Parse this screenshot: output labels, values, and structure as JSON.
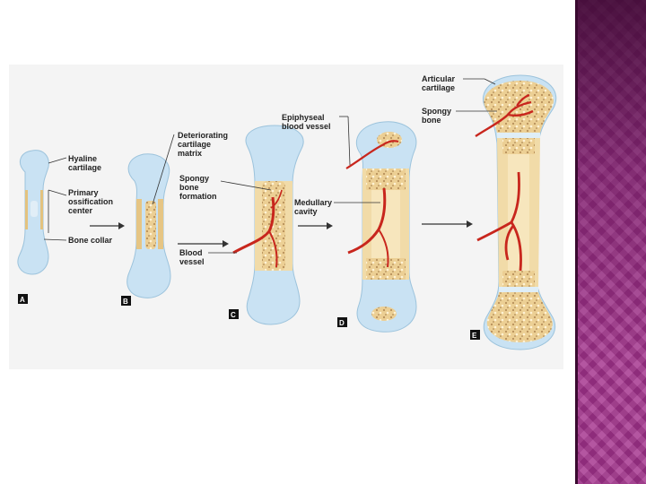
{
  "labels": {
    "hyaline_cartilage": [
      "Hyaline",
      "cartilage"
    ],
    "primary_ossification_center": [
      "Primary",
      "ossification",
      "center"
    ],
    "bone_collar": [
      "Bone collar"
    ],
    "deteriorating_cartilage_matrix": [
      "Deteriorating",
      "cartilage",
      "matrix"
    ],
    "spongy_bone_formation": [
      "Spongy",
      "bone",
      "formation"
    ],
    "blood_vessel": [
      "Blood",
      "vessel"
    ],
    "epiphyseal_blood_vessel": [
      "Epiphyseal",
      "blood vessel"
    ],
    "medullary_cavity": [
      "Medullary",
      "cavity"
    ],
    "articular_cartilage": [
      "Articular",
      "cartilage"
    ],
    "spongy_bone": [
      "Spongy",
      "bone"
    ]
  },
  "stages": [
    "A",
    "B",
    "C",
    "D",
    "E"
  ],
  "colors": {
    "cartilage": "#c9e2f3",
    "cartilage_edge": "#9cc3dc",
    "bone": "#f1dba8",
    "bone_edge": "#d9b877",
    "spongy": "#e7c98c",
    "vessel": "#c8261d",
    "sidebar": "#a4338d"
  }
}
